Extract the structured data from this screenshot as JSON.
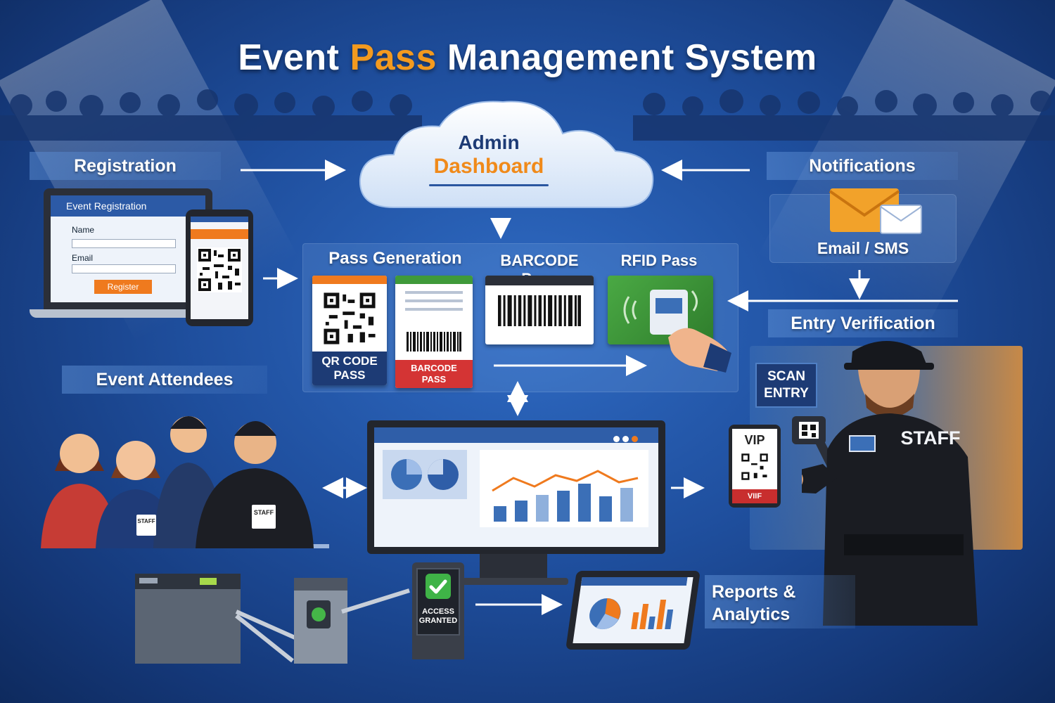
{
  "title": {
    "part1": "Event ",
    "accent": "Pass",
    "part2": " Management System"
  },
  "colors": {
    "accent": "#f39a1f",
    "background": "#1f4f9e",
    "green": "#3f9a3a",
    "red": "#d43434",
    "navy": "#1d3b75"
  },
  "admin": {
    "line1": "Admin",
    "line2": "Dashboard"
  },
  "registration": {
    "label": "Registration",
    "form_title": "Event Registration",
    "name_label": "Name",
    "email_label": "Email",
    "button": "Register"
  },
  "notifications": {
    "label": "Notifications",
    "channel": "Email / SMS",
    "icon": "envelope-icon"
  },
  "pass_generation": {
    "label": "Pass Generation",
    "qr_pass": "QR CODE PASS",
    "barcode_pass": "BARCODE PASS",
    "barcode_header": "BARCODE Pass",
    "rfid_header": "RFID Pass"
  },
  "attendees": {
    "label": "Event Attendees",
    "badge": "STAFF"
  },
  "entry": {
    "label": "Entry Verification",
    "scan": "SCAN ENTRY",
    "vip": "VIP",
    "vip_bottom": "VIIF",
    "staff": "STAFF"
  },
  "gate": {
    "access": "ACCESS GRANTED"
  },
  "reports": {
    "label": "Reports & Analytics"
  }
}
